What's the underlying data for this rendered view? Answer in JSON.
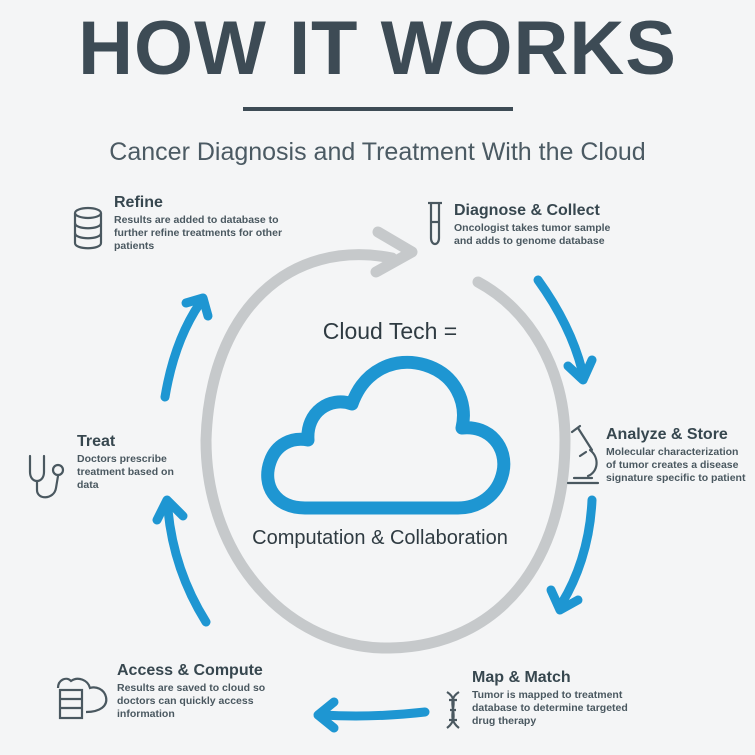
{
  "title": "HOW IT WORKS",
  "subtitle": "Cancer Diagnosis and Treatment With the Cloud",
  "center": {
    "top_text": "Cloud Tech =",
    "bottom_text": "Computation & Collaboration",
    "icon": "cloud-icon"
  },
  "steps": [
    {
      "name": "Refine",
      "description": "Results are added to database to further refine treatments for other patients",
      "icon": "database-icon"
    },
    {
      "name": "Diagnose & Collect",
      "description": "Oncologist takes tumor sample and adds to genome database",
      "icon": "test-tube-icon"
    },
    {
      "name": "Analyze & Store",
      "description": "Molecular characterization of tumor creates a disease signature specific to patient",
      "icon": "microscope-icon"
    },
    {
      "name": "Map & Match",
      "description": "Tumor is mapped to treatment database to determine targeted drug therapy",
      "icon": "dna-icon"
    },
    {
      "name": "Access & Compute",
      "description": "Results are saved to cloud so doctors can quickly access information",
      "icon": "cloud-server-icon"
    },
    {
      "name": "Treat",
      "description": "Doctors prescribe treatment based on data",
      "icon": "stethoscope-icon"
    }
  ],
  "colors": {
    "accent": "#1e96d2",
    "ring": "#c6c9cb",
    "text": "#3d4b55"
  }
}
